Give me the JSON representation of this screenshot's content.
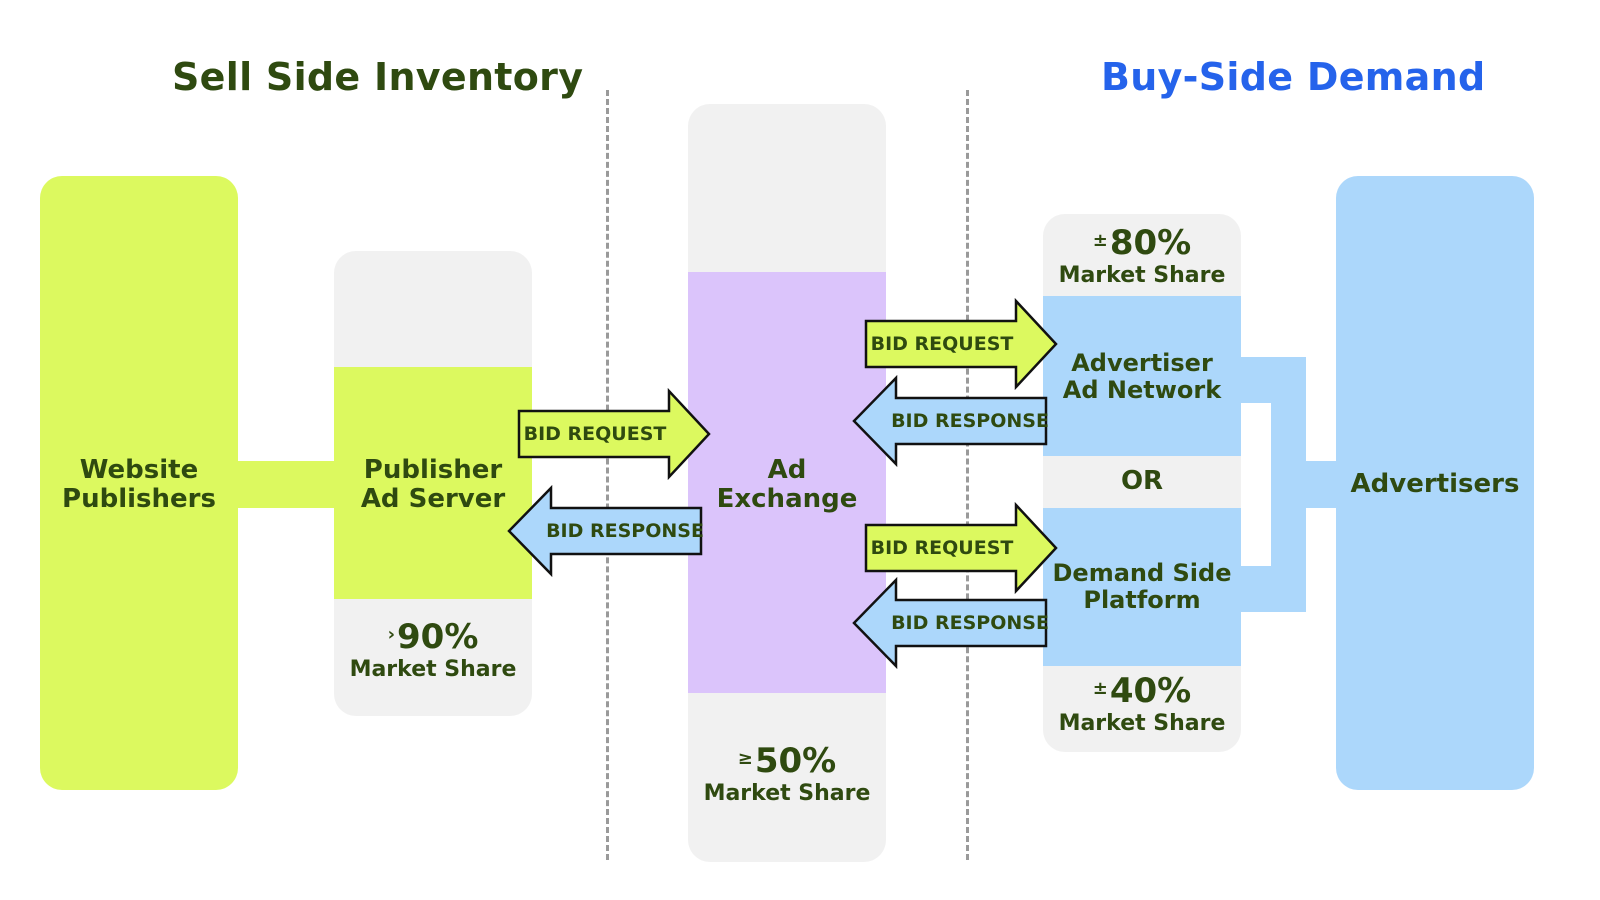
{
  "headings": {
    "sell": "Sell Side Inventory",
    "buy": "Buy-Side Demand"
  },
  "nodes": {
    "website_publishers": "Website\nPublishers",
    "publisher_ad_server": "Publisher\nAd Server",
    "ad_exchange": "Ad\nExchange",
    "advertiser_ad_network": "Advertiser\nAd Network",
    "or": "OR",
    "demand_side_platform": "Demand Side\nPlatform",
    "advertisers": "Advertisers"
  },
  "shares": {
    "publisher_ad_server": {
      "prefix": "›",
      "value": "90%",
      "label": "Market Share"
    },
    "ad_exchange": {
      "prefix": "≥",
      "value": "50%",
      "label": "Market Share"
    },
    "advertiser_ad_network": {
      "prefix": "±",
      "value": "80%",
      "label": "Market Share"
    },
    "demand_side_platform": {
      "prefix": "±",
      "value": "40%",
      "label": "Market Share"
    }
  },
  "arrows": {
    "bid_request": "BID REQUEST",
    "bid_response": "BID RESPONSE"
  },
  "colors": {
    "sell_green": "#dcf95f",
    "buy_blue": "#acd7fb",
    "exchange_purple": "#dbc4fb",
    "panel_gray": "#f1f1f1",
    "text_dark_green": "#2f4a10",
    "heading_blue": "#2563eb",
    "arrow_stroke": "#111111"
  },
  "icons": {
    "request_arrow": "right-arrow",
    "response_arrow": "left-arrow"
  }
}
